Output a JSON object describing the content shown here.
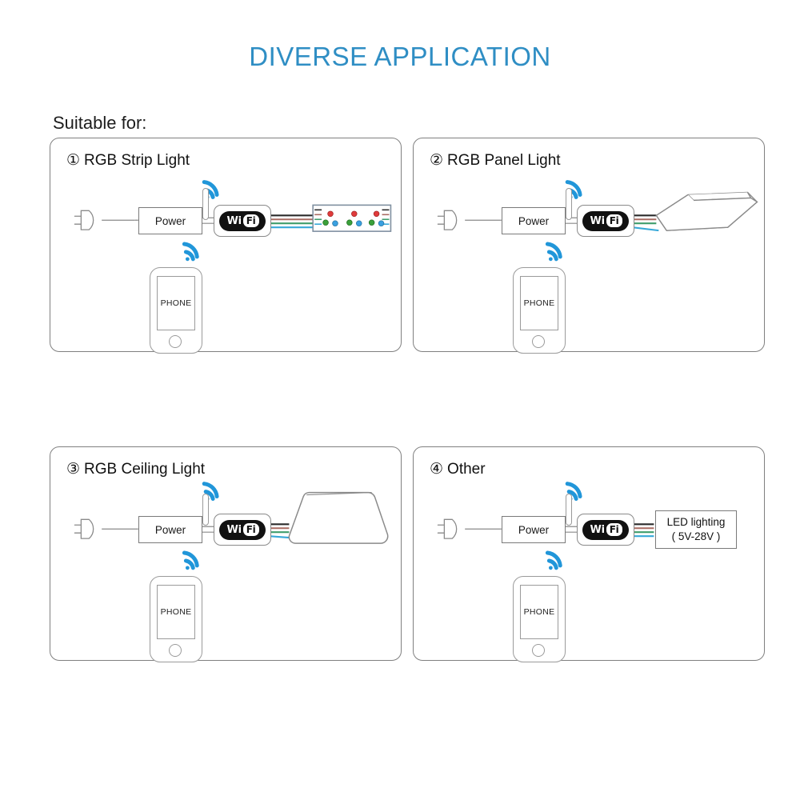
{
  "header": {
    "title": "DIVERSE APPLICATION",
    "title_color": "#2f8ec4",
    "subtitle": "Suitable for:"
  },
  "labels": {
    "power": "Power",
    "phone": "PHONE",
    "wifi_brand_wi": "Wi",
    "wifi_brand_fi": "Fi",
    "led_box_line1": "LED lighting",
    "led_box_line2": "( 5V-28V )"
  },
  "panels": [
    {
      "number": "①",
      "label": "RGB Strip Light",
      "device": "rgb-strip",
      "elements": [
        "power-plug",
        "power-supply",
        "wifi-controller",
        "antenna",
        "wifi-signal",
        "rgb-strip",
        "phone"
      ]
    },
    {
      "number": "②",
      "label": "RGB Panel Light",
      "device": "rgb-panel",
      "elements": [
        "power-plug",
        "power-supply",
        "wifi-controller",
        "antenna",
        "wifi-signal",
        "flat-panel-light",
        "phone"
      ]
    },
    {
      "number": "③",
      "label": "RGB Ceiling Light",
      "device": "rgb-ceiling",
      "elements": [
        "power-plug",
        "power-supply",
        "wifi-controller",
        "antenna",
        "wifi-signal",
        "ceiling-light",
        "phone"
      ]
    },
    {
      "number": "④",
      "label": "Other",
      "device": "other",
      "elements": [
        "power-plug",
        "power-supply",
        "wifi-controller",
        "antenna",
        "wifi-signal",
        "led-lighting-box",
        "phone"
      ]
    }
  ],
  "colors": {
    "title_blue": "#2f8ec4",
    "wifi_signal_blue": "#2196d9",
    "panel_border": "#808080",
    "wire_black": "#2b2b2b",
    "wire_red": "#a86b62",
    "wire_green": "#3f9e6d",
    "wire_blue": "#37a8d8",
    "led_red": "#e03b3b",
    "led_green": "#3aa03a",
    "led_blue": "#3aa0e0"
  },
  "strip": {
    "led_groups": 3,
    "led_colors_per_group": [
      "red",
      "green",
      "blue"
    ]
  }
}
